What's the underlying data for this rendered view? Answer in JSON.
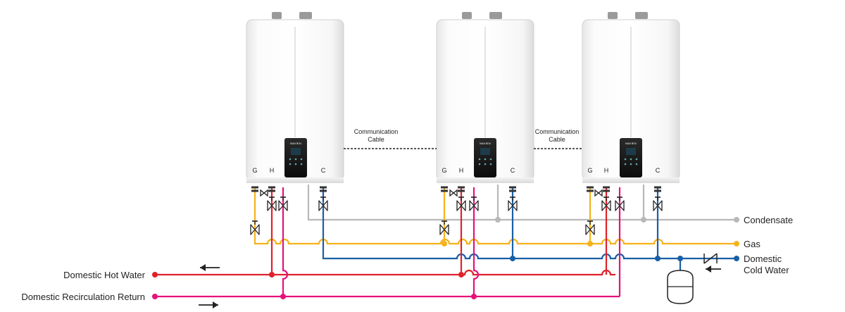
{
  "heaters": [
    {
      "connection_labels": [
        "G",
        "H",
        "C"
      ],
      "brand": "NAVIEN"
    },
    {
      "connection_labels": [
        "G",
        "H",
        "C"
      ],
      "brand": "NAVIEN"
    },
    {
      "connection_labels": [
        "G",
        "H",
        "C"
      ],
      "brand": "NAVIEN"
    }
  ],
  "cable_label": {
    "line1": "Communication",
    "line2": "Cable"
  },
  "lines": {
    "condensate": "Condensate",
    "gas": "Gas",
    "cold_water_line1": "Domestic",
    "cold_water_line2": "Cold Water",
    "hot_water": "Domestic Hot Water",
    "recirculation": "Domestic Recirculation Return"
  },
  "colors": {
    "hot": "#e0222b",
    "recirc": "#e4137b",
    "gas": "#f6b21b",
    "cold": "#1a5fa6",
    "condensate": "#b8b8b8"
  }
}
